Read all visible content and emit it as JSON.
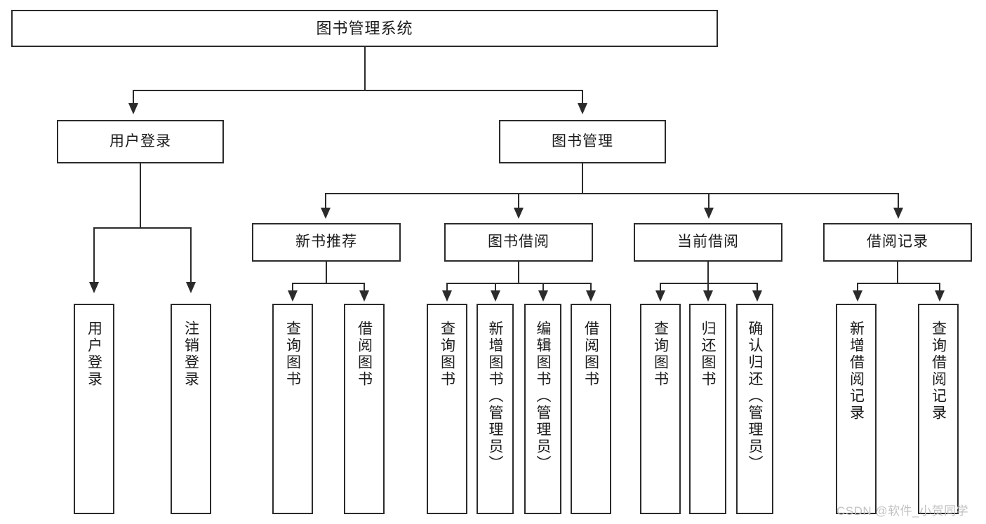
{
  "diagram": {
    "title": "图书管理系统",
    "type": "hierarchy-tree",
    "watermark": "CSDN @软件_小贺同学",
    "colors": {
      "line": "#2b2b2b",
      "box_border": "#2b2b2b",
      "box_fill": "#ffffff",
      "text": "#1b1b1b",
      "background": "#ffffff",
      "watermark": "#c2c2c2"
    },
    "levels": {
      "root": {
        "label": "图书管理系统"
      },
      "level2": [
        {
          "label": "用户登录"
        },
        {
          "label": "图书管理"
        }
      ],
      "level3": [
        {
          "label": "新书推荐"
        },
        {
          "label": "图书借阅"
        },
        {
          "label": "当前借阅"
        },
        {
          "label": "借阅记录"
        }
      ],
      "leaves": {
        "user_login": [
          {
            "label": "用户登录"
          },
          {
            "label": "注销登录"
          }
        ],
        "new_book_recommend": [
          {
            "label": "查询图书"
          },
          {
            "label": "借阅图书"
          }
        ],
        "book_borrow": [
          {
            "label": "查询图书"
          },
          {
            "label": "新增图书（管理员）"
          },
          {
            "label": "编辑图书（管理员）"
          },
          {
            "label": "借阅图书"
          }
        ],
        "current_borrow": [
          {
            "label": "查询图书"
          },
          {
            "label": "归还图书"
          },
          {
            "label": "确认归还（管理员）"
          }
        ],
        "borrow_record": [
          {
            "label": "新增借阅记录"
          },
          {
            "label": "查询借阅记录"
          }
        ]
      }
    }
  }
}
